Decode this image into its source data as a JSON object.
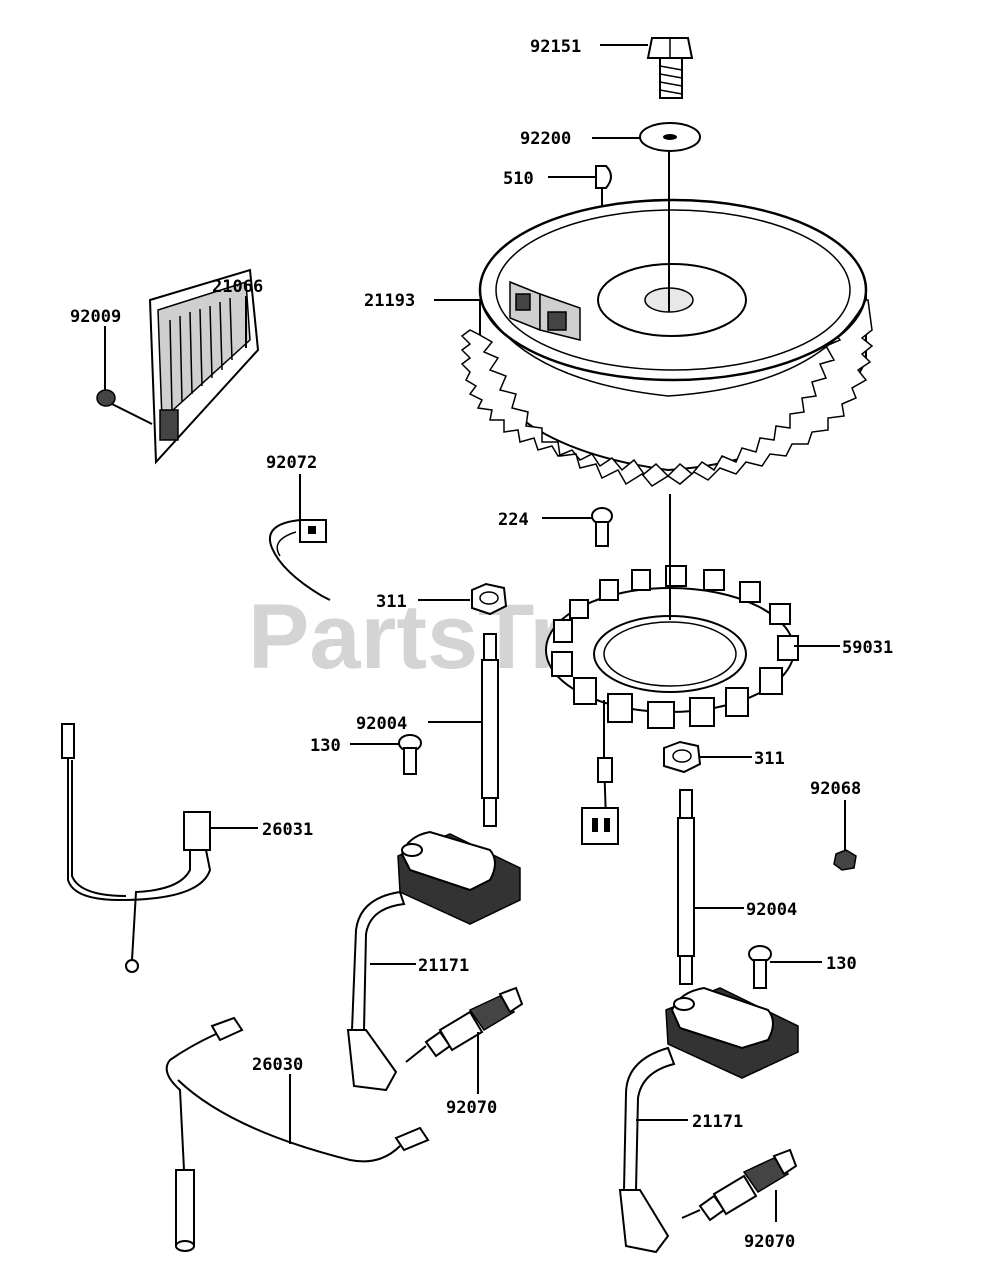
{
  "watermark": "PartsTree",
  "parts": {
    "bolt_92151": "92151",
    "washer_92200": "92200",
    "key_510": "510",
    "flywheel_21193": "21193",
    "regulator_21066": "21066",
    "screw_92009": "92009",
    "clamp_92072": "92072",
    "bolt_224": "224",
    "nut_311_upper": "311",
    "stator_59031": "59031",
    "stud_92004_left": "92004",
    "bolt_130_left": "130",
    "harness_26031": "26031",
    "nut_311_lower": "311",
    "nut_92068": "92068",
    "stud_92004_right": "92004",
    "coil_21171_left": "21171",
    "bolt_130_right": "130",
    "harness_26030": "26030",
    "plug_92070_left": "92070",
    "coil_21171_right": "21171",
    "plug_92070_right": "92070"
  }
}
